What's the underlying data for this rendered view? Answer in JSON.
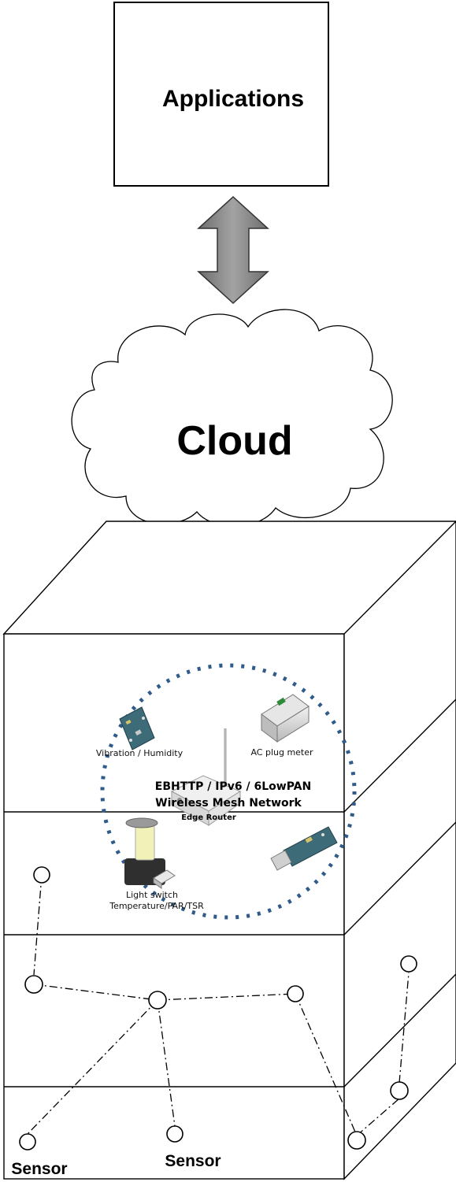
{
  "applications": {
    "label": "Applications"
  },
  "cloud": {
    "label": "Cloud"
  },
  "network": {
    "title_line1": "EBHTTP / IPv6 / 6LowPAN",
    "title_line2": "Wireless Mesh Network",
    "router_label": "Edge Router"
  },
  "devices": {
    "vibration_label": "Vibration / Humidity",
    "ac_plug_label": "AC plug meter",
    "light_switch_label": "Light switch",
    "temperature_label": "Temperature/PAR/TSR"
  },
  "sensors": {
    "left_label": "Sensor",
    "center_label": "Sensor"
  },
  "colors": {
    "arrow_fill": "#888888",
    "ring_dots": "#2f5b8a",
    "pcb": "#3d6b78"
  }
}
